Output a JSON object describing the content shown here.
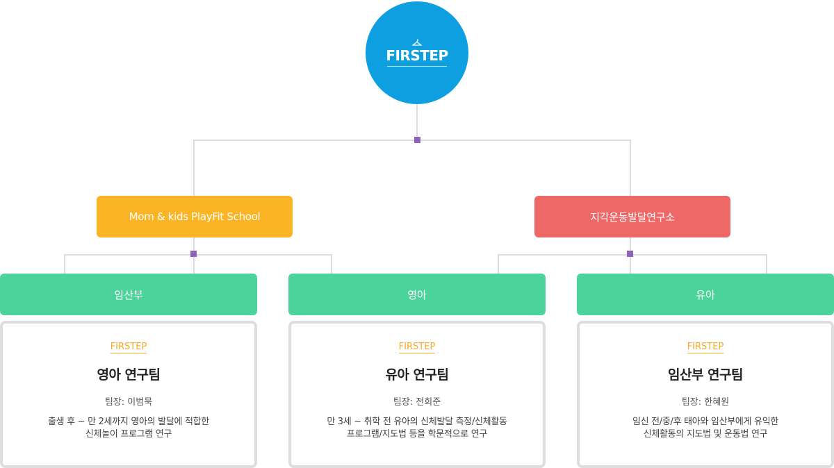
{
  "root": {
    "label": "FIRSTEP",
    "color": "#0e9fe0"
  },
  "branches": [
    {
      "label": "Mom & kids PlayFit School",
      "color": "#fbb524"
    },
    {
      "label": "지각운동발달연구소",
      "color": "#ef6868"
    }
  ],
  "leaves": [
    {
      "label": "임산부"
    },
    {
      "label": "영아"
    },
    {
      "label": "유아"
    }
  ],
  "cards": [
    {
      "brand": "FIRSTEP",
      "title": "영아 연구팀",
      "leader": "팀장: 이범묵",
      "desc_line1": "출생 후 ~ 만 2세까지 영아의 발달에 적합한",
      "desc_line2": "신체놀이 프로그램 연구"
    },
    {
      "brand": "FIRSTEP",
      "title": "유아 연구팀",
      "leader": "팀장: 전희준",
      "desc_line1": "만 3세 ~ 취학 전 유아의 신체발달 측정/신체활동",
      "desc_line2": "프로그램/지도법 등을 학문적으로 연구"
    },
    {
      "brand": "FIRSTEP",
      "title": "임산부 연구팀",
      "leader": "팀장: 한혜원",
      "desc_line1": "임신 전/중/후 태아와 임산부에게 유익한",
      "desc_line2": "신체활동의 지도법 및 운동법 연구"
    }
  ],
  "colors": {
    "leaf": "#4cd39b",
    "connector": "#dcdcdc",
    "junction": "#8e63b9",
    "brand_accent": "#f7a823"
  }
}
